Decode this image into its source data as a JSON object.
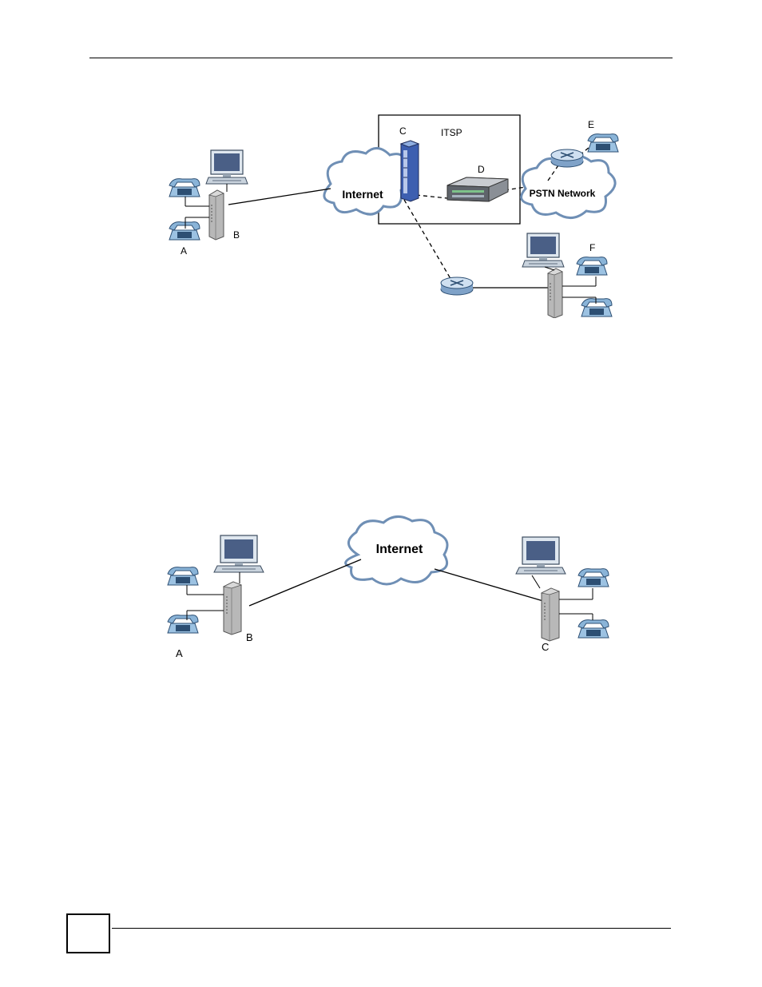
{
  "figure1": {
    "cloud_internet": "Internet",
    "cloud_pstn": "PSTN Network",
    "box_label": "ITSP",
    "labels": {
      "a": "A",
      "b": "B",
      "c": "C",
      "d": "D",
      "e": "E",
      "f": "F"
    }
  },
  "figure2": {
    "cloud_internet": "Internet",
    "labels": {
      "a": "A",
      "b": "B",
      "c": "C"
    }
  },
  "footer": {
    "page_number": ""
  },
  "colors": {
    "monitor_screen": "#4a5f86",
    "device_gray": "#b8b8b8",
    "server_blue": "#3d5fb0"
  }
}
